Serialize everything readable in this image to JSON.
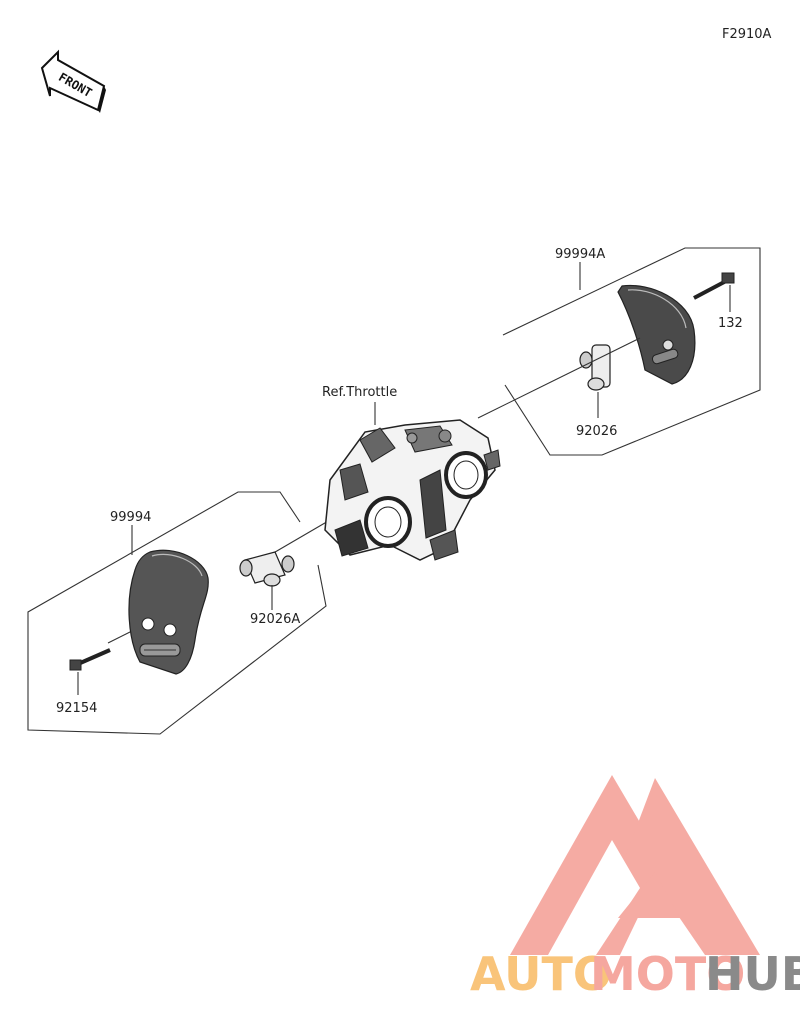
{
  "figure_code": "F2910A",
  "front_marker": "FRONT",
  "ref_label": "Ref.Throttle",
  "parts": {
    "cover_right": "99994A",
    "bolt_right": "132",
    "spacer_right": "92026",
    "cover_left": "99994",
    "spacer_left": "92026A",
    "bolt_left": "92154"
  },
  "watermark": {
    "part1": "AUTO",
    "part2": "MOTO",
    "part3": "HUB",
    "color_primary": "#f5a79f",
    "color_secondary": "#f9c47a",
    "color_dark": "#8a8a8a"
  }
}
